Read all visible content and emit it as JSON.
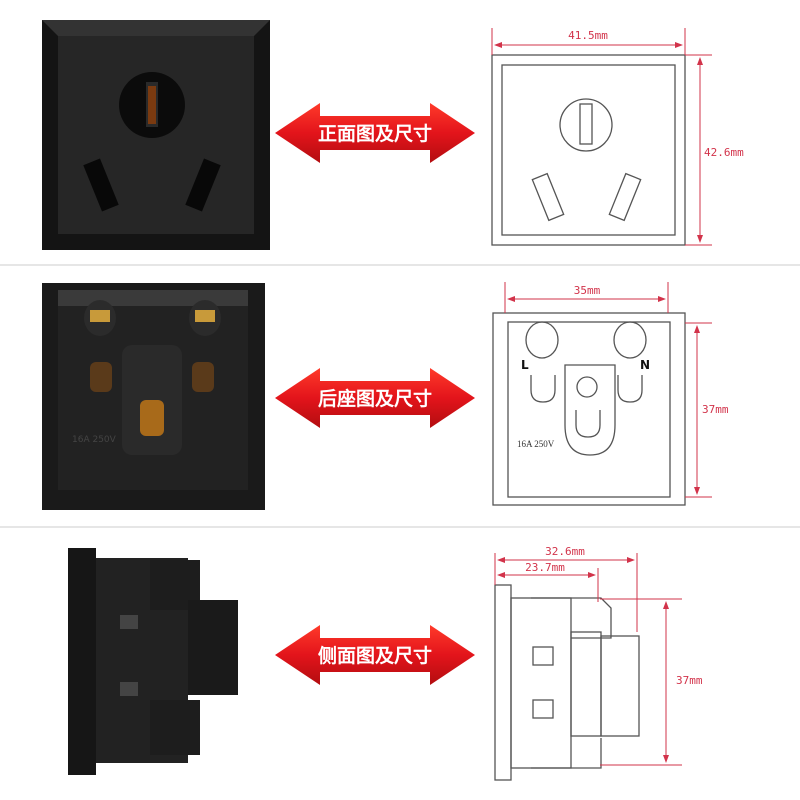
{
  "colors": {
    "accent": "#e3141b",
    "dimension": "#d2334a",
    "socket": "#1c1c1c"
  },
  "rows": [
    {
      "label": "正面图及尺寸",
      "dims": {
        "width": "41.5mm",
        "height": "42.6mm"
      }
    },
    {
      "label": "后座图及尺寸",
      "dims": {
        "width": "35mm",
        "height": "37mm"
      },
      "marks": {
        "left": "L",
        "right": "N",
        "rating": "16A 250V",
        "photo_rating": "16A 250V"
      }
    },
    {
      "label": "侧面图及尺寸",
      "dims": {
        "total_depth": "32.6mm",
        "body_depth": "23.7mm",
        "height": "37mm"
      }
    }
  ]
}
